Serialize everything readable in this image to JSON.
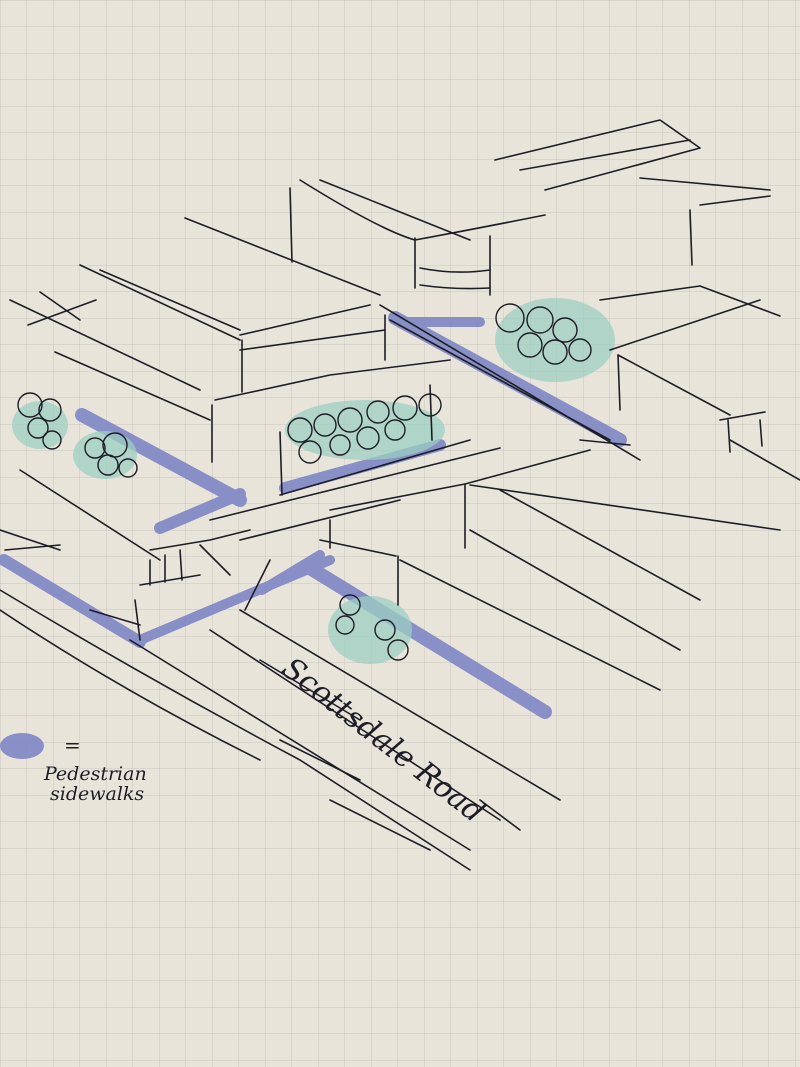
{
  "road_label": "Scottsdale Road",
  "legend": {
    "symbol": "=",
    "line1": "Pedestrian",
    "line2": "sidewalks"
  },
  "colors": {
    "paper": "#e9e4da",
    "grid": "#c9c5bd",
    "ink": "#1d1d26",
    "sidewalk_marker": "#7d86c4",
    "tree_marker": "#9ccfc2"
  },
  "icons": [
    "tree-cluster-icon",
    "sidewalk-marker-stroke"
  ]
}
